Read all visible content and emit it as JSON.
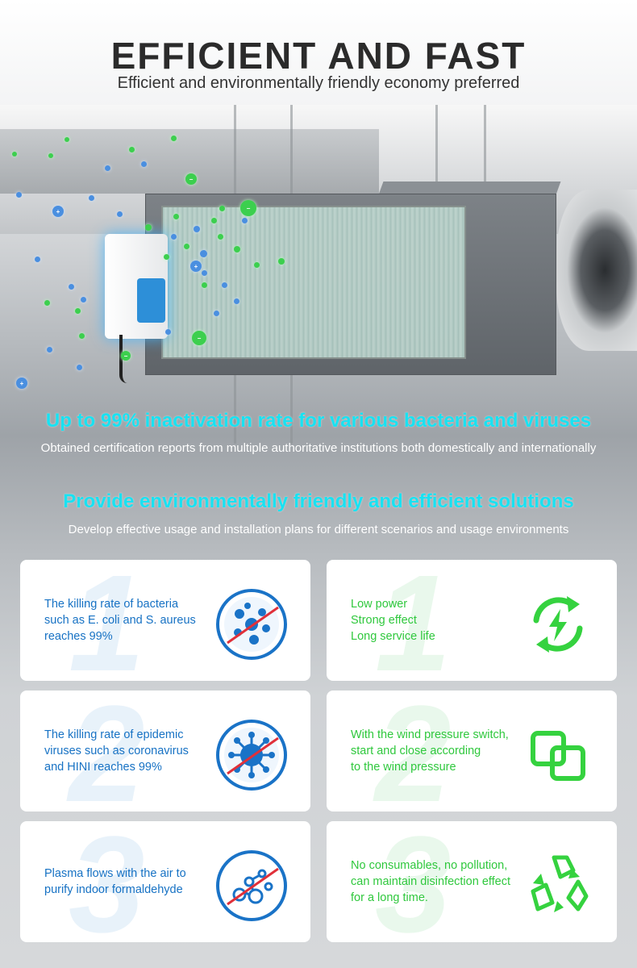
{
  "header": {
    "title": "EFFICIENT AND FAST",
    "subtitle": "Efficient and environmentally friendly economy preferred"
  },
  "section_inactivation": {
    "title": "Up to 99% inactivation rate for various bacteria and viruses",
    "subtitle": "Obtained certification reports from multiple authoritative institutions both domestically and internationally"
  },
  "section_solutions": {
    "title": "Provide environmentally friendly and efficient solutions",
    "subtitle": "Develop effective usage and installation plans for different scenarios and usage environments"
  },
  "colors": {
    "accent_cyan": "#18e2f2",
    "blue_text": "#1772c4",
    "green_text": "#2fc83d"
  },
  "cards": {
    "left": [
      {
        "number": "1",
        "lines": [
          "The killing rate of bacteria",
          "such as E. coli and S. aureus",
          "reaches 99%"
        ],
        "icon": "bacteria-crossed-icon"
      },
      {
        "number": "2",
        "lines": [
          "The killing rate of epidemic",
          "viruses such as coronavirus",
          "and HINI reaches 99%"
        ],
        "icon": "virus-crossed-icon"
      },
      {
        "number": "3",
        "lines": [
          "Plasma flows with the air to",
          "purify indoor formaldehyde"
        ],
        "icon": "molecule-crossed-icon"
      }
    ],
    "right": [
      {
        "number": "1",
        "lines": [
          "Low power",
          "Strong effect",
          "Long service life"
        ],
        "icon": "power-cycle-icon"
      },
      {
        "number": "2",
        "lines": [
          "With the wind pressure switch,",
          "start and close according",
          "to the wind pressure"
        ],
        "icon": "switch-squares-icon"
      },
      {
        "number": "3",
        "lines": [
          "No consumables, no pollution,",
          "can maintain disinfection effect",
          "for a long time."
        ],
        "icon": "recycle-icon"
      }
    ]
  }
}
